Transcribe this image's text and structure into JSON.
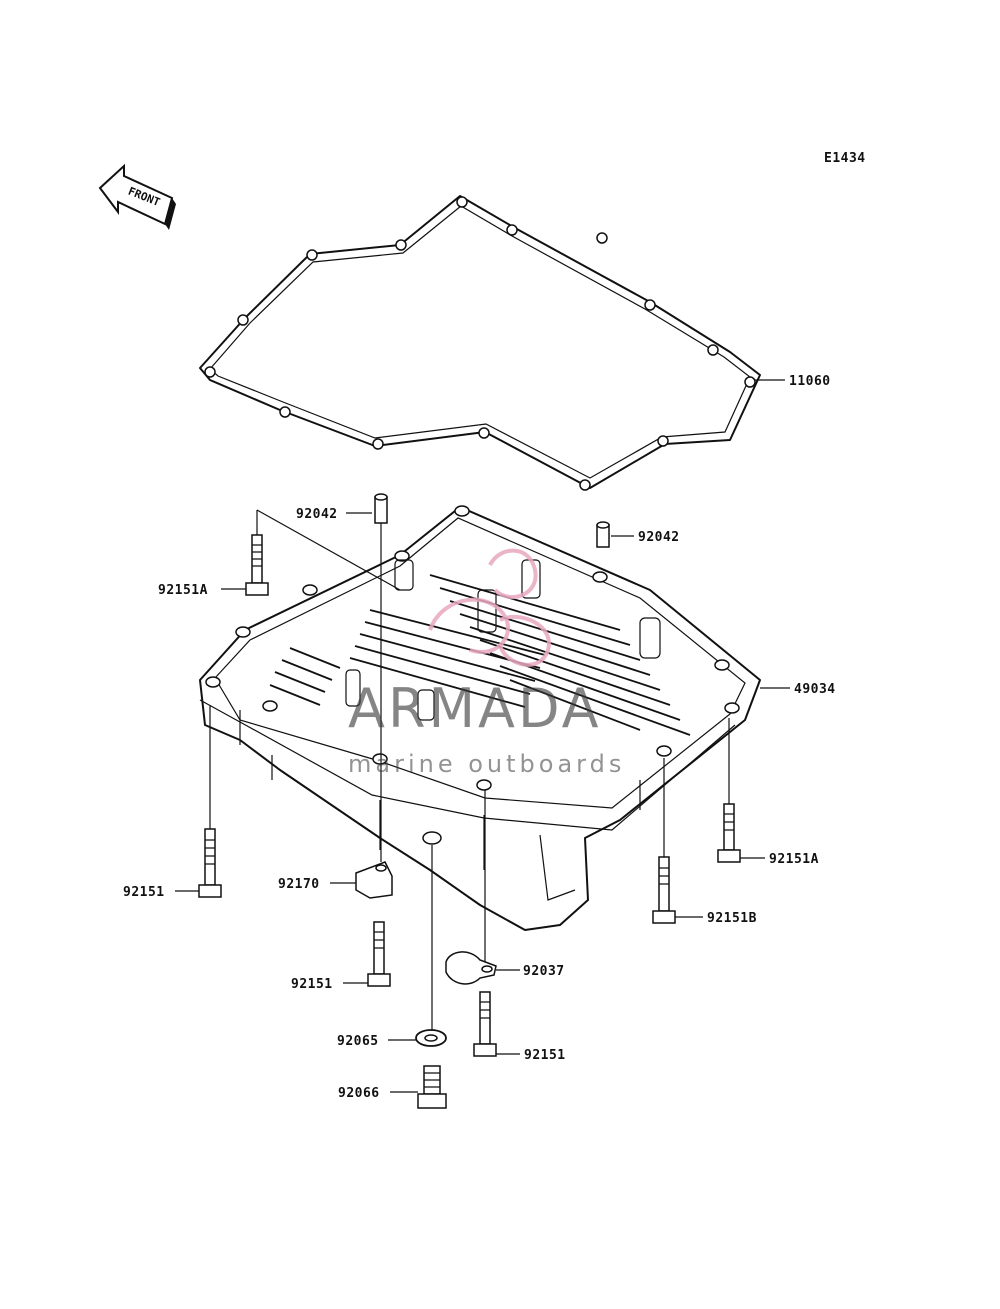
{
  "diagram": {
    "code": "E1434",
    "front_label": "FRONT",
    "parts": {
      "gasket": "11060",
      "oil_pan": "49034",
      "dowel_left": "92042",
      "dowel_right": "92042",
      "bolt_a_left": "92151A",
      "bolt_a_right": "92151A",
      "bolt_b": "92151B",
      "bolt_front_left": "92151",
      "bolt_clamp_left": "92151",
      "bolt_clamp_right": "92151",
      "clamp_left": "92170",
      "clamp_right": "92037",
      "washer": "92065",
      "drain_plug": "92066"
    }
  },
  "watermark": {
    "brand": "ARMADA",
    "tagline": "marine outboards",
    "logo_color": "#e8a8c0"
  }
}
